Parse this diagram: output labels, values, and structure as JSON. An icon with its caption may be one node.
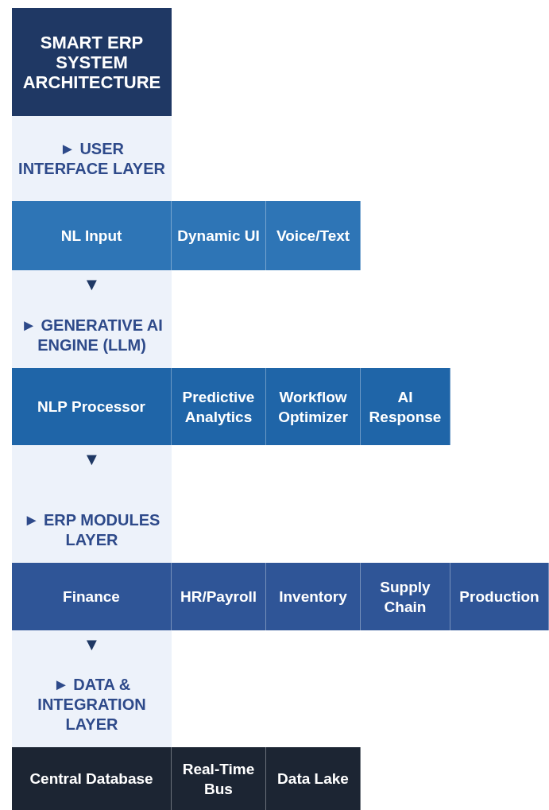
{
  "diagram": {
    "nodes": [
      {
        "text": [
          "SMART ERP SYSTEM ARCHITECTURE"
        ]
      },
      {
        "text": [
          "► USER INTERFACE LAYER"
        ]
      },
      {
        "text": [
          "NL Input"
        ]
      },
      {
        "text": [
          "Dynamic UI"
        ]
      },
      {
        "text": [
          "Voice/Text"
        ]
      },
      {
        "text": [
          "▼",
          "► GENERATIVE AI ENGINE (LLM)"
        ]
      },
      {
        "text": [
          "NLP Processor"
        ]
      },
      {
        "text": [
          "Predictive Analytics"
        ]
      },
      {
        "text": [
          "Workflow Optimizer"
        ]
      },
      {
        "text": [
          "AI Response"
        ]
      },
      {
        "text": [
          "▼",
          "► ERP MODULES LAYER"
        ]
      },
      {
        "text": [
          "Finance"
        ]
      },
      {
        "text": [
          "HR/Payroll"
        ]
      },
      {
        "text": [
          "Inventory"
        ]
      },
      {
        "text": [
          "Supply Chain"
        ]
      },
      {
        "text": [
          "Production"
        ]
      },
      {
        "text": [
          "▼",
          "► DATA & INTEGRATION LAYER"
        ]
      },
      {
        "text": [
          "Central Database"
        ]
      },
      {
        "text": [
          "Real-Time Bus"
        ]
      },
      {
        "text": [
          "Data Lake"
        ]
      }
    ]
  }
}
